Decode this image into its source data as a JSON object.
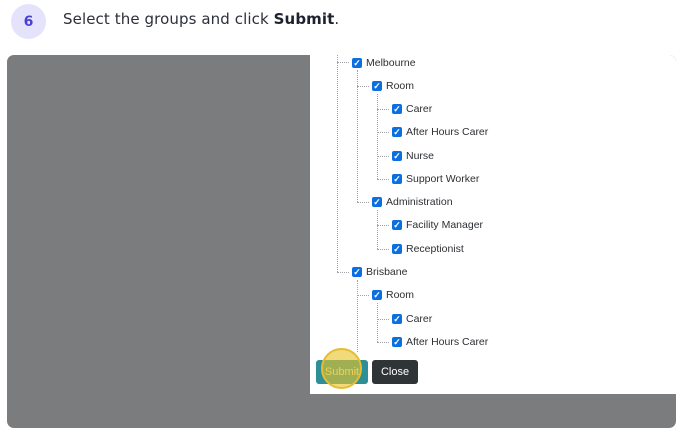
{
  "step": {
    "number": "6",
    "text_before": "Select the groups and click ",
    "text_bold": "Submit",
    "text_after": "."
  },
  "tree": {
    "nodes": [
      {
        "label": "Melbourne",
        "checked": true
      },
      {
        "label": "Room",
        "checked": true
      },
      {
        "label": "Carer",
        "checked": true
      },
      {
        "label": "After Hours Carer",
        "checked": true
      },
      {
        "label": "Nurse",
        "checked": true
      },
      {
        "label": "Support Worker",
        "checked": true
      },
      {
        "label": "Administration",
        "checked": true
      },
      {
        "label": "Facility Manager",
        "checked": true
      },
      {
        "label": "Receptionist",
        "checked": true
      },
      {
        "label": "Brisbane",
        "checked": true
      },
      {
        "label": "Room",
        "checked": true
      },
      {
        "label": "Carer",
        "checked": true
      },
      {
        "label": "After Hours Carer",
        "checked": true
      }
    ]
  },
  "dialog": {
    "submit_label": "Submit",
    "close_label": "Close"
  },
  "colors": {
    "checkbox": "#0b6fe0",
    "submit_button": "#2e8f99",
    "close_button": "#2f3537",
    "highlight": "#e9c428",
    "backdrop": "#7b7c7d",
    "badge": "#e4e3fb"
  }
}
